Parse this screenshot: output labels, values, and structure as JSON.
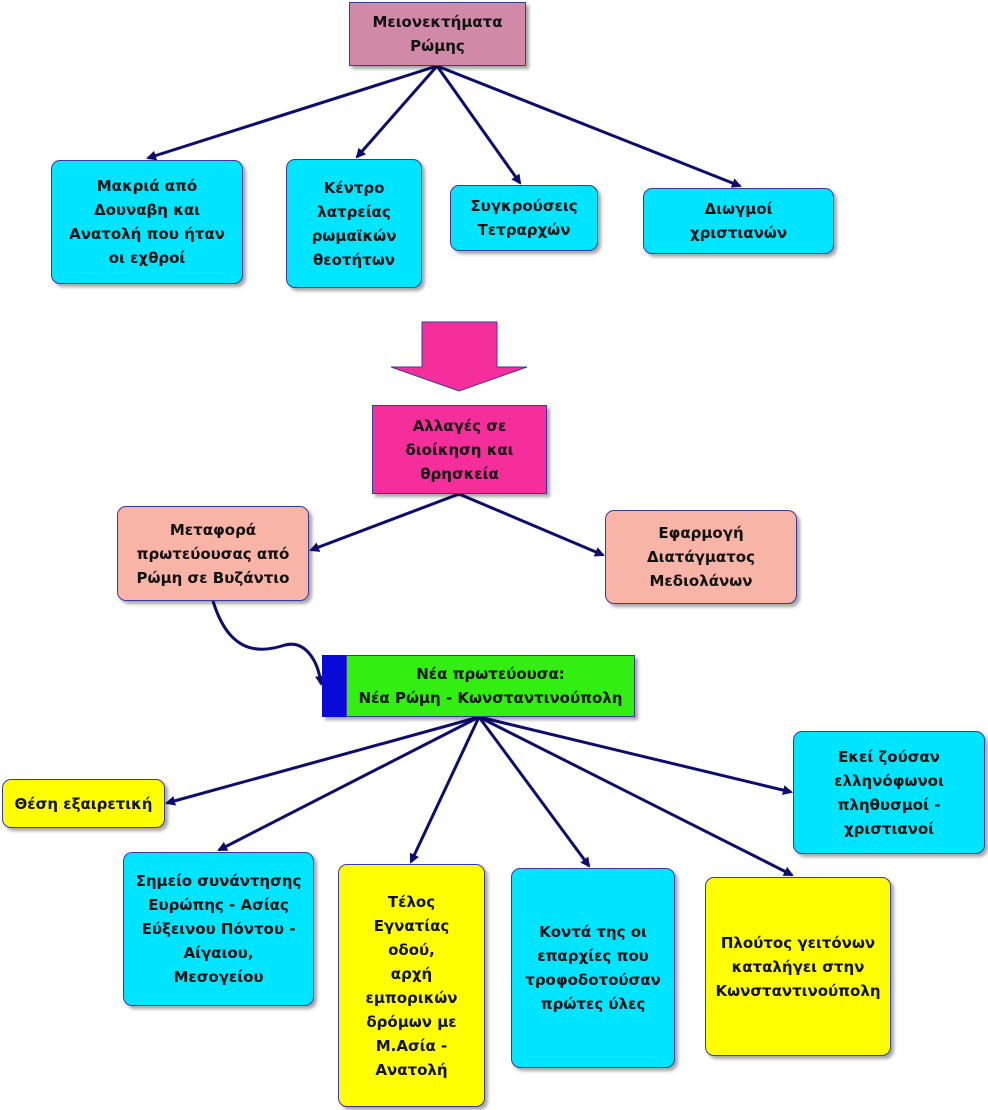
{
  "colors": {
    "arrow": "#0d0d6e",
    "cyan": "#00e5ff",
    "salmon": "#f8b4a6",
    "yellow": "#ffff00",
    "mauve": "#d08aa8",
    "magenta": "#f52e9c",
    "green": "#33ee11",
    "tab": "#0a0ad8"
  },
  "nodes": {
    "root": "Μειονεκτήματα\nΡώμης",
    "disadv_1": "Μακριά από\nΔουναβη και\nΑνατολή που ήταν\nοι εχθροί",
    "disadv_2": "Κέντρο\nλατρείας\nρωμαϊκών\nθεοτήτων",
    "disadv_3": "Συγκρούσεις\nΤετραρχών",
    "disadv_4": "Διωγμοί\nχριστιανών",
    "changes": "Αλλαγές σε\nδιοίκηση και\nθρησκεία",
    "transfer": "Μεταφορά\nπρωτεύουσας από\nΡώμη σε Βυζάντιο",
    "edict": "Εφαρμογή\nΔιατάγματος\nΜεδιολάνων",
    "capital": "Νέα πρωτεύουσα:\nΝέα Ρώμη - Κωνσταντινούπολη",
    "position": "Θέση εξαιρετική",
    "meeting": "Σημείο συνάντησης\nΕυρώπης - Ασίας\nΕύξεινου Πόντου -\nΑίγαιου,\nΜεσογείου",
    "egnatia": "Τέλος\nΕγνατίας\nοδού,\nαρχή\nεμπορικών\nδρόμων με\nΜ.Ασία -\nΑνατολή",
    "provinces": "Κοντά της οι\nεπαρχίες που\nτροφοδοτούσαν\nπρώτες ύλες",
    "wealth": "Πλούτος γειτόνων\nκαταλήγει στην\nΚωνσταντινούπολη",
    "greek": "Εκεί ζούσαν\nελληνόφωνοι\nπληθυσμοί -\nχριστιανοί"
  }
}
